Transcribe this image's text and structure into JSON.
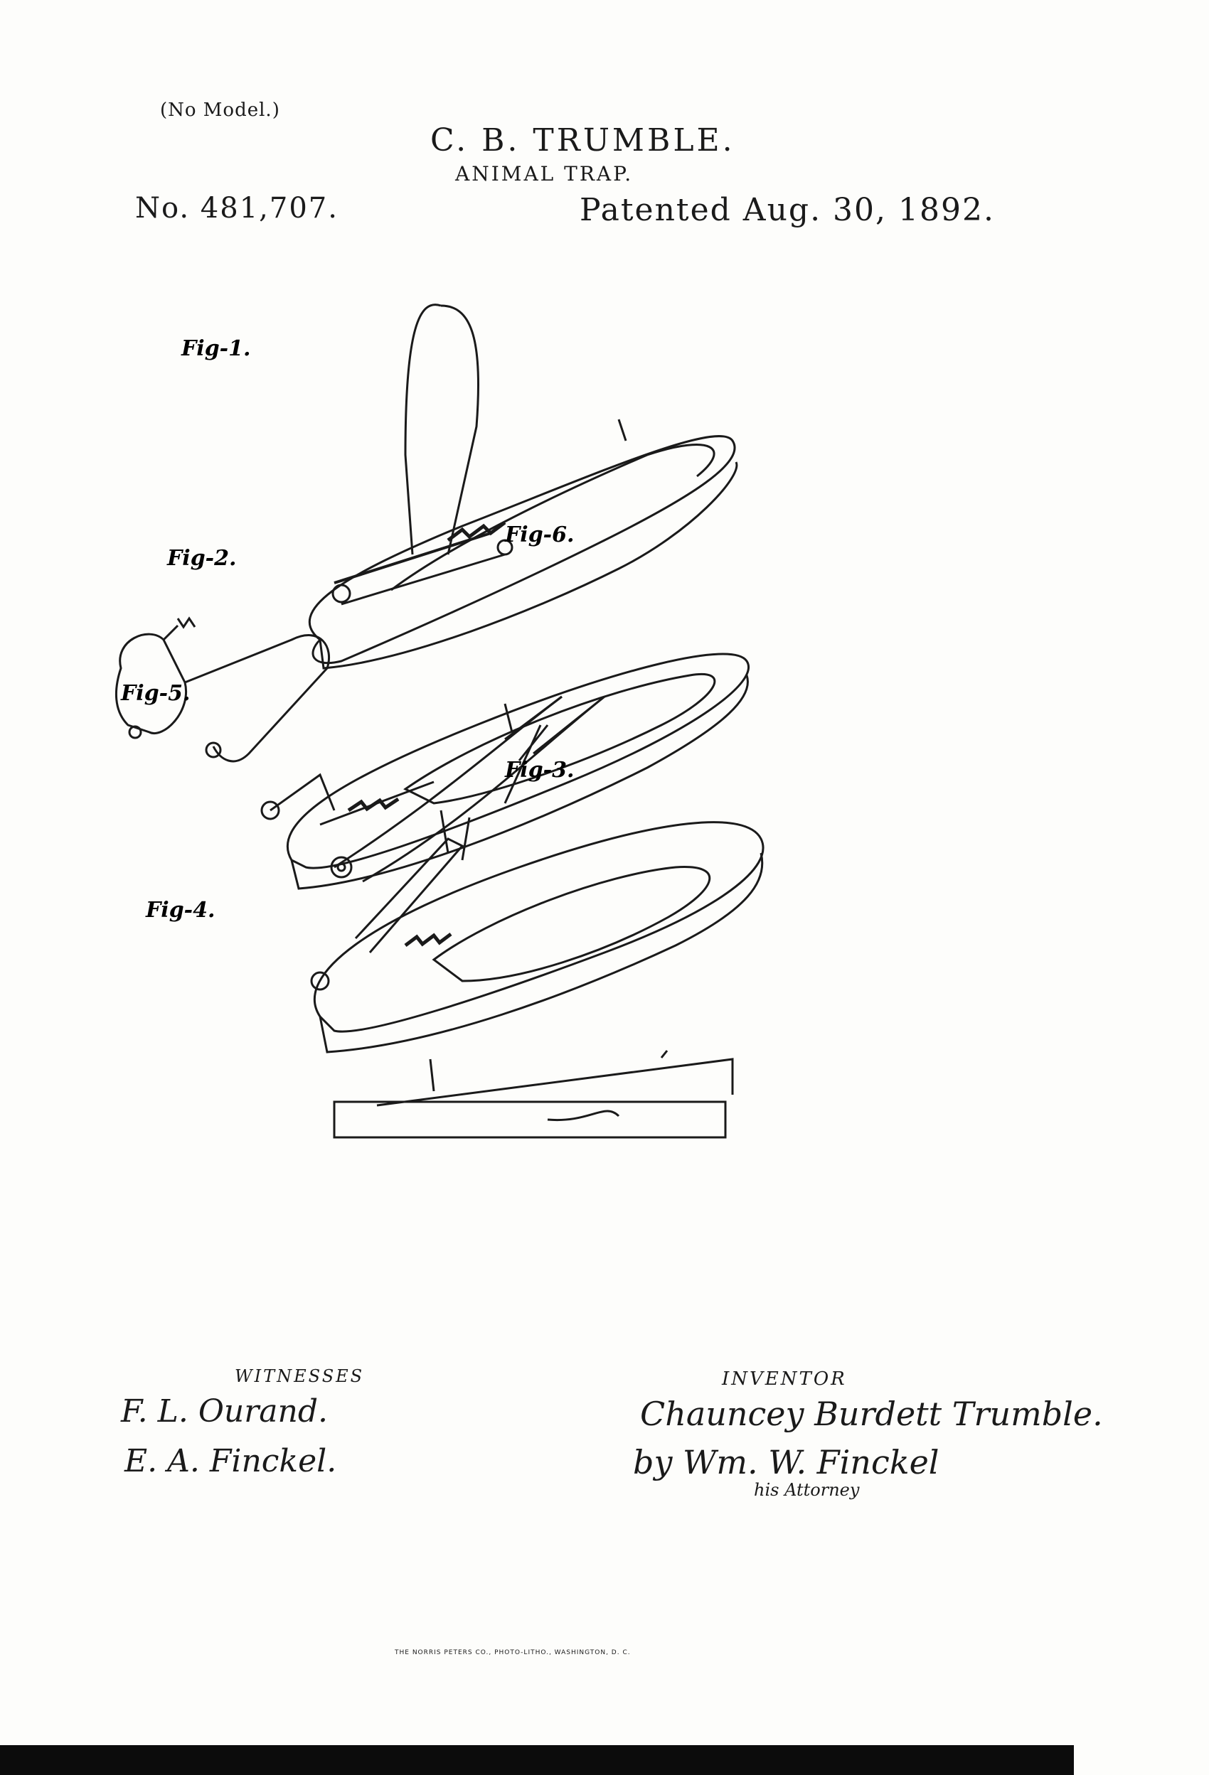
{
  "header": {
    "model_note": "(No Model.)",
    "inventor": "C. B. TRUMBLE.",
    "title": "ANIMAL TRAP.",
    "patent_number": "No. 481,707.",
    "patent_date": "Patented Aug. 30, 1892."
  },
  "figures": {
    "fig1": "Fig-1.",
    "fig2": "Fig-2.",
    "fig3": "Fig-3.",
    "fig4": "Fig-4.",
    "fig5": "Fig-5.",
    "fig6": "Fig-6."
  },
  "witnesses": {
    "heading": "WITNESSES",
    "signature_1": "F. L. Ourand.",
    "signature_2": "E. A. Finckel."
  },
  "inventor_block": {
    "heading": "INVENTOR",
    "signature": "Chauncey Burdett Trumble.",
    "by_attorney": "by Wm. W. Finckel",
    "attorney_caption": "his Attorney"
  },
  "lithographer": "THE NORRIS PETERS CO., PHOTO-LITHO., WASHINGTON, D. C."
}
